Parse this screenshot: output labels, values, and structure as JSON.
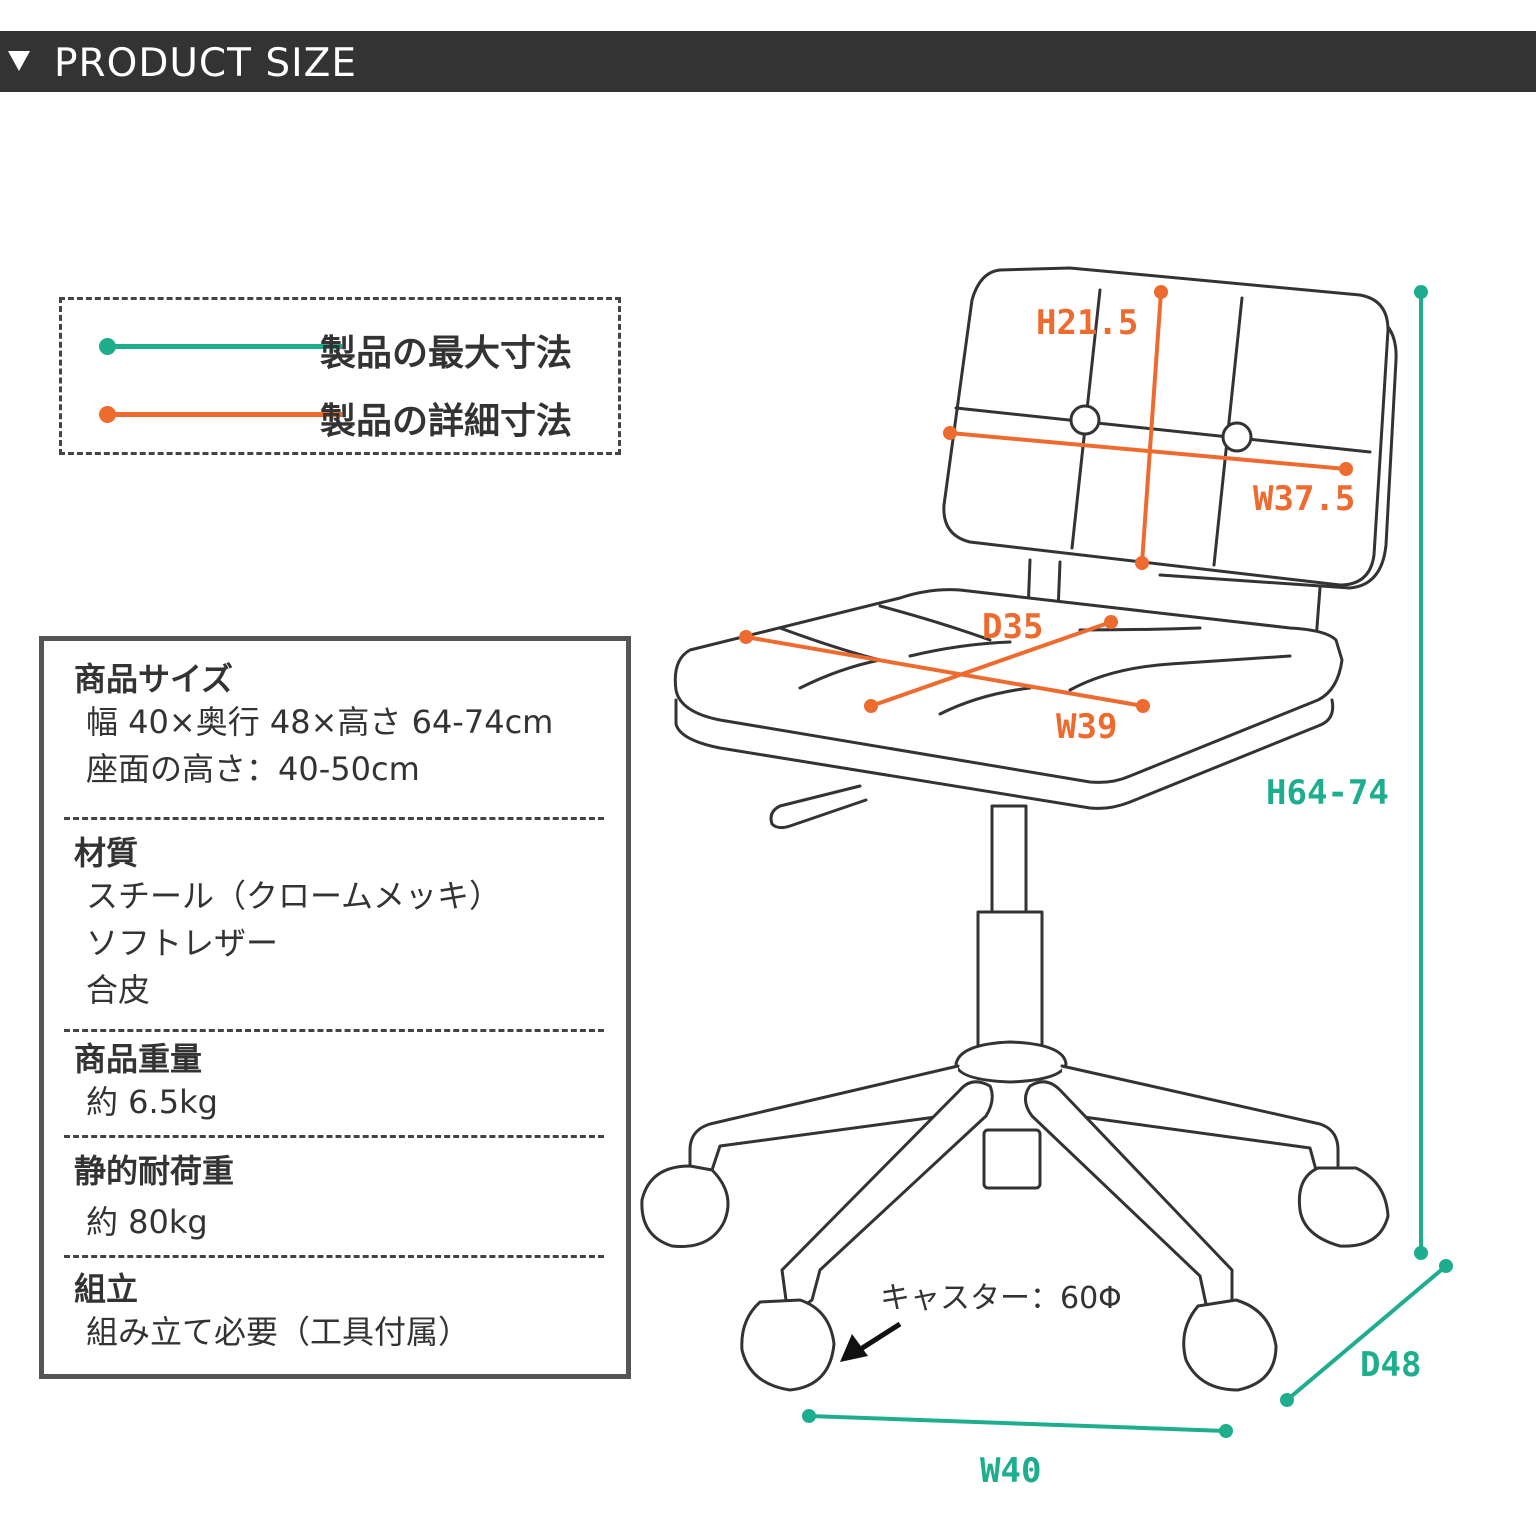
{
  "header": {
    "title": "PRODUCT SIZE"
  },
  "legend": {
    "items": [
      {
        "label": "製品の最大寸法",
        "color": "#1fae8d"
      },
      {
        "label": "製品の詳細寸法",
        "color": "#ee6b2f"
      }
    ]
  },
  "specs": {
    "sections": [
      {
        "heading": "商品サイズ",
        "values": [
          "幅 40×奥行 48×高さ 64-74cm",
          "座面の高さ：40-50cm"
        ]
      },
      {
        "heading": "材質",
        "values": [
          "スチール（クロームメッキ）",
          "ソフトレザー",
          "合皮"
        ]
      },
      {
        "heading": "商品重量",
        "values": [
          "約 6.5kg"
        ]
      },
      {
        "heading": "静的耐荷重",
        "values": [
          "約 80kg"
        ]
      },
      {
        "heading": "組立",
        "values": [
          "組み立て必要（工具付属）"
        ]
      }
    ]
  },
  "dimensions": {
    "back_height": "H21.5",
    "back_width": "W37.5",
    "seat_depth": "D35",
    "seat_width": "W39",
    "total_height": "H64-74",
    "total_depth": "D48",
    "total_width": "W40",
    "caster": "キャスター：60Φ"
  },
  "colors": {
    "max": "#1fae8d",
    "detail": "#ee6b2f",
    "header_bg": "#333333",
    "line_art": "#333333"
  }
}
